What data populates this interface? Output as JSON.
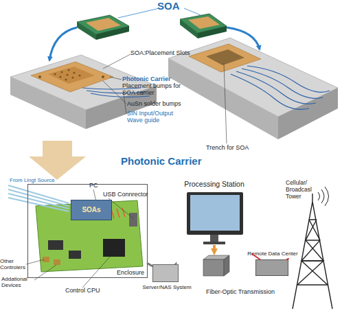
{
  "diagram": {
    "nodes": [
      {
        "text": [
          "Enclosure"
        ]
      },
      {
        "text": [
          "SOAs"
        ],
        "in": 0
      },
      {
        "text": [
          "Processing Station"
        ]
      },
      {
        "text": [
          "Server/NAS System"
        ]
      },
      {
        "text": [
          "Remote Data Center"
        ]
      },
      {
        "text": [
          "Cellular/ Broadcasl Tower"
        ]
      }
    ],
    "edges": [
      {
        "from": 0,
        "to": 3,
        "arrow": "none"
      },
      {
        "from": 3,
        "to": 2,
        "arrow": "none"
      },
      {
        "from": 2,
        "to": 4,
        "arrow": "none"
      },
      {
        "from": 4,
        "to": 5,
        "arrow": "none"
      }
    ],
    "labels": [
      "SOA",
      "SOA:Placement Slots",
      "Photonic Carrier",
      "Placement bumps for SOA carrier",
      "AuSn solder bumps",
      "SIN Input/Output Wave guide",
      "Trench for SOA",
      "Photonic Carrier",
      "From Lingt Source",
      "PC",
      "USB Connrector",
      "Other Controlers",
      "Addational Devices",
      "Control CPU",
      "Fiber-Optic Transmission"
    ]
  }
}
